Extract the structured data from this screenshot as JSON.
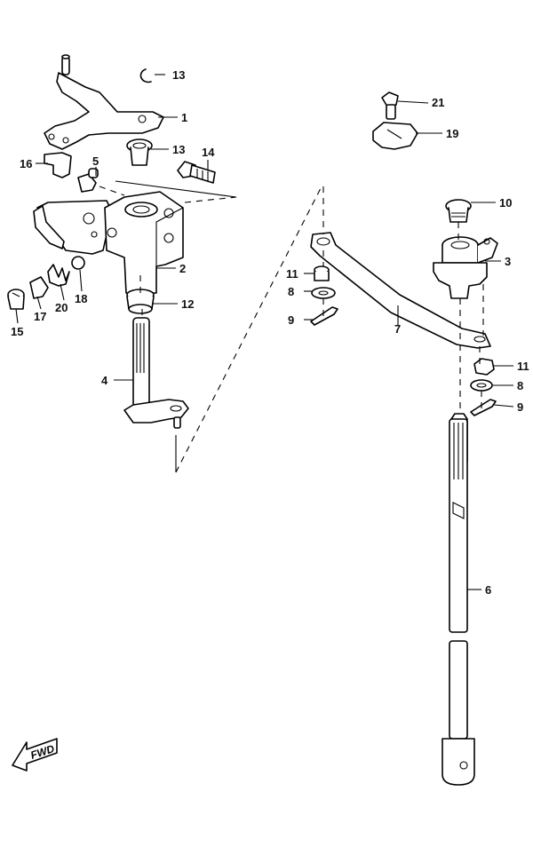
{
  "callouts": {
    "c1": "1",
    "c2": "2",
    "c3": "3",
    "c4": "4",
    "c5": "5",
    "c6": "6",
    "c7": "7",
    "c8a": "8",
    "c8b": "8",
    "c9a": "9",
    "c9b": "9",
    "c10": "10",
    "c11a": "11",
    "c11b": "11",
    "c12": "12",
    "c13a": "13",
    "c13b": "13",
    "c14": "14",
    "c15": "15",
    "c16": "16",
    "c17": "17",
    "c18": "18",
    "c19": "19",
    "c20": "20",
    "c21": "21"
  },
  "fwd_label": "FWD",
  "colors": {
    "line": "#000000",
    "background": "#ffffff"
  }
}
